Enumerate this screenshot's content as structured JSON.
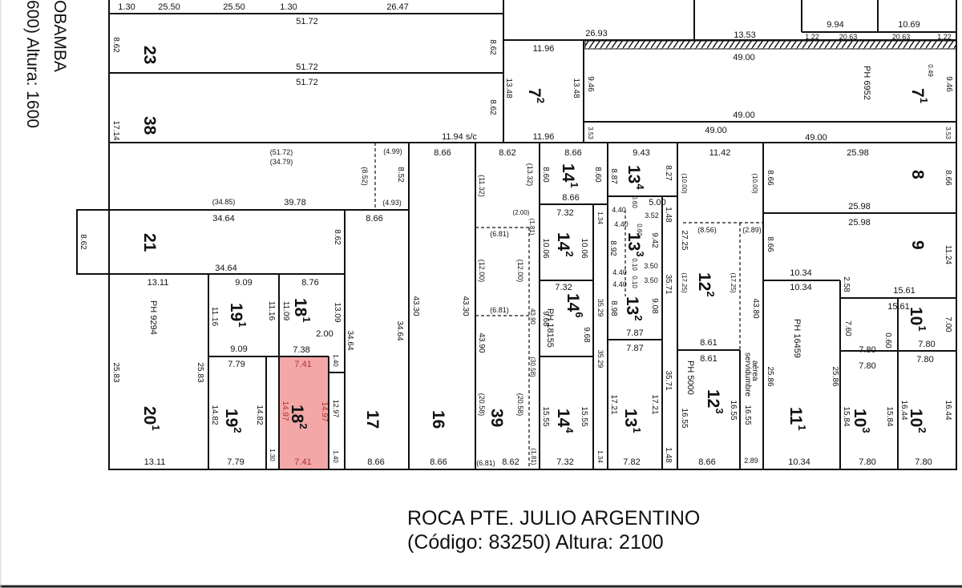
{
  "street_bottom": {
    "name": "ROCA PTE. JULIO ARGENTINO",
    "code_line": "(Código: 83250) Altura: 2100"
  },
  "street_left": {
    "line1": "OBAMBA",
    "line2": "600) Altura: 1600"
  },
  "colors": {
    "highlight_fill": "#f4a7a7",
    "highlight_stroke": "#d9534f",
    "line": "#111111"
  },
  "lots": [
    {
      "id": "23",
      "label": "23",
      "sub": ""
    },
    {
      "id": "38",
      "label": "38",
      "sub": ""
    },
    {
      "id": "21",
      "label": "21",
      "sub": ""
    },
    {
      "id": "20-1",
      "label": "20",
      "sub": "1"
    },
    {
      "id": "19-1",
      "label": "19",
      "sub": "1"
    },
    {
      "id": "19-2",
      "label": "19",
      "sub": "2"
    },
    {
      "id": "18-1",
      "label": "18",
      "sub": "1"
    },
    {
      "id": "18-2",
      "label": "18",
      "sub": "2",
      "highlighted": true
    },
    {
      "id": "17",
      "label": "17",
      "sub": ""
    },
    {
      "id": "16",
      "label": "16",
      "sub": ""
    },
    {
      "id": "39",
      "label": "39",
      "sub": ""
    },
    {
      "id": "14-1",
      "label": "14",
      "sub": "1"
    },
    {
      "id": "14-2",
      "label": "14",
      "sub": "2"
    },
    {
      "id": "14-6",
      "label": "14",
      "sub": "6"
    },
    {
      "id": "14-4",
      "label": "14",
      "sub": "4"
    },
    {
      "id": "13-4",
      "label": "13",
      "sub": "4"
    },
    {
      "id": "13-3",
      "label": "13",
      "sub": "3"
    },
    {
      "id": "13-2",
      "label": "13",
      "sub": "2"
    },
    {
      "id": "13-1",
      "label": "13",
      "sub": "1"
    },
    {
      "id": "12-2",
      "label": "12",
      "sub": "2"
    },
    {
      "id": "12-3",
      "label": "12",
      "sub": "3"
    },
    {
      "id": "11-1",
      "label": "11",
      "sub": "1"
    },
    {
      "id": "10-1",
      "label": "10",
      "sub": "1"
    },
    {
      "id": "10-3",
      "label": "10",
      "sub": "3"
    },
    {
      "id": "10-2",
      "label": "10",
      "sub": "2"
    },
    {
      "id": "9",
      "label": "9",
      "sub": ""
    },
    {
      "id": "8",
      "label": "8",
      "sub": ""
    },
    {
      "id": "7-1",
      "label": "7",
      "sub": "1"
    },
    {
      "id": "7-2",
      "label": "7",
      "sub": "2"
    }
  ],
  "ph_labels": [
    "PH 9294",
    "PH 18155",
    "PH 5000",
    "PH 16459",
    "PH 6952"
  ],
  "notes": {
    "easement_1": "servidumbre",
    "easement_2": "aérea"
  },
  "dimensions_horizontal": [
    "1.30",
    "25.50",
    "25.50",
    "1.30",
    "26.47",
    "51.72",
    "51.72",
    "51.72",
    "26.93",
    "13.53",
    "9.94",
    "10.69",
    "1.22",
    "20.63",
    "20.63",
    "1.22",
    "11.96",
    "11.96",
    "49.00",
    "49.00",
    "49.00",
    "49.00",
    "11.94 s/c",
    "8.66",
    "8.62",
    "8.66",
    "9.43",
    "11.42",
    "25.98",
    "25.98",
    "25.98",
    "(51.72)",
    "(34.79)",
    "(4.99)",
    "(4.93)",
    "(34.85)",
    "39.78",
    "34.64",
    "34.64",
    "8.66",
    "8.66",
    "7.32",
    "5.00",
    "4.40",
    "3.52",
    "4.40",
    "4.40",
    "3.50",
    "4.40",
    "3.50",
    "13.11",
    "9.09",
    "8.76",
    "9.09",
    "7.38",
    "7.79",
    "7.41",
    "7.32",
    "7.87",
    "7.87",
    "10.34",
    "10.34",
    "15.61",
    "15.61",
    "7.80",
    "7.80",
    "7.80",
    "7.80",
    "8.61",
    "8.61",
    "(8.56)",
    "(2.89)",
    "13.11",
    "7.79",
    "7.41",
    "8.66",
    "8.66",
    "(6.81)",
    "8.62",
    "7.32",
    "7.82",
    "8.66",
    "2.89",
    "10.34",
    "7.80",
    "7.80",
    "(6.81)",
    "(6.81)",
    "(2.00)"
  ],
  "dimensions_vertical": [
    "8.62",
    "8.62",
    "8.62",
    "17.14",
    "8.62",
    "13.48",
    "13.48",
    "9.46",
    "3.53",
    "3.53",
    "0.49",
    "9.46",
    "(8.52)",
    "8.52",
    "(11.32)",
    "(13.32)",
    "8.60",
    "8.60",
    "8.87",
    "8.27",
    "(10.00)",
    "(10.00)",
    "8.66",
    "8.66",
    "8.62",
    "0.60",
    "0.60",
    "9.42",
    "1.48",
    "8.92",
    "0.10",
    "0.10",
    "27.25",
    "(1.81)",
    "(12.00)",
    "(12.00)",
    "10.06",
    "10.06",
    "1.34",
    "(17.25)",
    "(17.25)",
    "11.24",
    "8.66",
    "8.98",
    "9.08",
    "35.71",
    "43.30",
    "43.30",
    "34.64",
    "34.64",
    "13.09",
    "11.09",
    "11.16",
    "11.16",
    "2.58",
    "7.60",
    "0.60",
    "7.00",
    "9.68",
    "9.68",
    "35.29",
    "43.90",
    "43.90",
    "(30.58)",
    "2.00",
    "1.40",
    "25.83",
    "25.83",
    "14.82",
    "14.82",
    "14.97",
    "14.97",
    "12.97",
    "1.30",
    "1.40",
    "(20.58)",
    "(20.58)",
    "(1.81)",
    "15.55",
    "15.55",
    "1.34",
    "35.29",
    "17.21",
    "17.21",
    "35.71",
    "1.48",
    "16.55",
    "16.55",
    "16.55",
    "43.80",
    "25.86",
    "25.86",
    "15.84",
    "15.84",
    "16.44",
    "16.44"
  ]
}
